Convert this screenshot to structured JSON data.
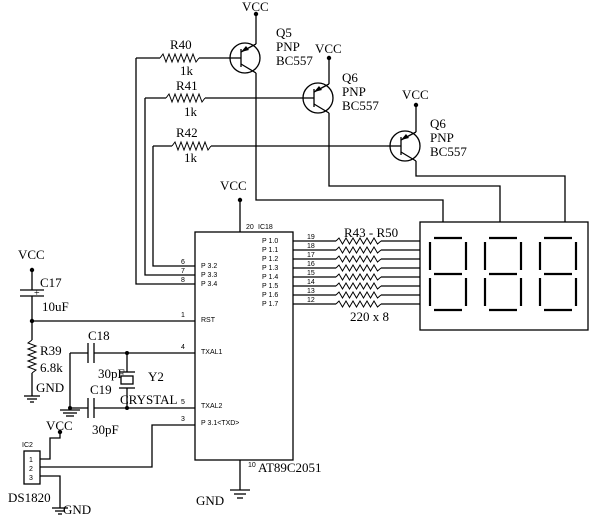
{
  "supply": {
    "vcc": "VCC",
    "gnd": "GND"
  },
  "transistors": [
    {
      "ref": "Q5",
      "type": "PNP",
      "part": "BC557"
    },
    {
      "ref": "Q6",
      "type": "PNP",
      "part": "BC557"
    },
    {
      "ref": "Q6",
      "type": "PNP",
      "part": "BC557"
    }
  ],
  "base_resistors": [
    {
      "ref": "R40",
      "value": "1k"
    },
    {
      "ref": "R41",
      "value": "1k"
    },
    {
      "ref": "R42",
      "value": "1k"
    }
  ],
  "segment_resistors": {
    "ref": "R43 - R50",
    "value": "220 x 8"
  },
  "mcu": {
    "ref": "IC18",
    "part": "AT89C2051",
    "vcc_pin": "20",
    "gnd_pin": "10",
    "left_pins": [
      {
        "num": "6",
        "label": "P 3.2"
      },
      {
        "num": "7",
        "label": "P 3.3"
      },
      {
        "num": "8",
        "label": "P 3.4"
      },
      {
        "num": "1",
        "label": "RST"
      },
      {
        "num": "4",
        "label": "TXAL1"
      },
      {
        "num": "5",
        "label": "TXAL2"
      },
      {
        "num": "3",
        "label": "P 3.1<TXD>"
      }
    ],
    "right_pins": [
      {
        "num": "19",
        "label": "P 1.0"
      },
      {
        "num": "18",
        "label": "P 1.1"
      },
      {
        "num": "17",
        "label": "P 1.2"
      },
      {
        "num": "16",
        "label": "P 1.3"
      },
      {
        "num": "15",
        "label": "P 1.4"
      },
      {
        "num": "14",
        "label": "P 1.5"
      },
      {
        "num": "13",
        "label": "P 1.6"
      },
      {
        "num": "12",
        "label": "P 1.7"
      }
    ]
  },
  "reset": {
    "cap_ref": "C17",
    "cap_value": "10uF",
    "cap_polarity": "+",
    "res_ref": "R39",
    "res_value": "6.8k"
  },
  "crystal": {
    "c18_ref": "C18",
    "c18_value": "30pF",
    "c19_ref": "C19",
    "c19_value": "30pF",
    "xtal_ref": "Y2",
    "xtal_label": "CRYSTAL"
  },
  "sensor": {
    "conn_ref": "IC2",
    "pins": [
      "1",
      "2",
      "3"
    ],
    "part": "DS1820"
  },
  "display": {
    "digits": 3
  }
}
